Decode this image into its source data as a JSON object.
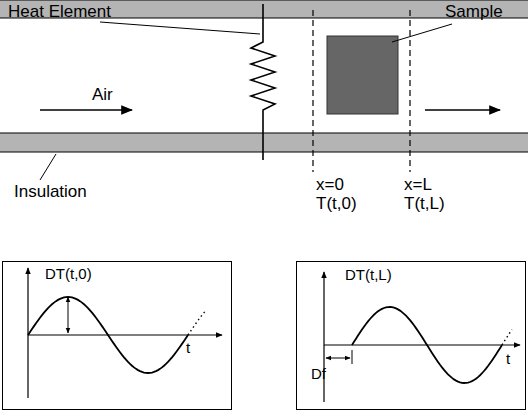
{
  "diagram": {
    "nodes": [
      {
        "text": [
          "DT(t,0)",
          "t"
        ]
      },
      {
        "text": [
          "DT(t,L)",
          "Df",
          "t"
        ]
      }
    ],
    "labels": [
      "Heat Element",
      "Sample",
      "Air",
      "Insulation",
      "x=0",
      "T(t,0)",
      "x=L",
      "T(t,L)"
    ]
  }
}
